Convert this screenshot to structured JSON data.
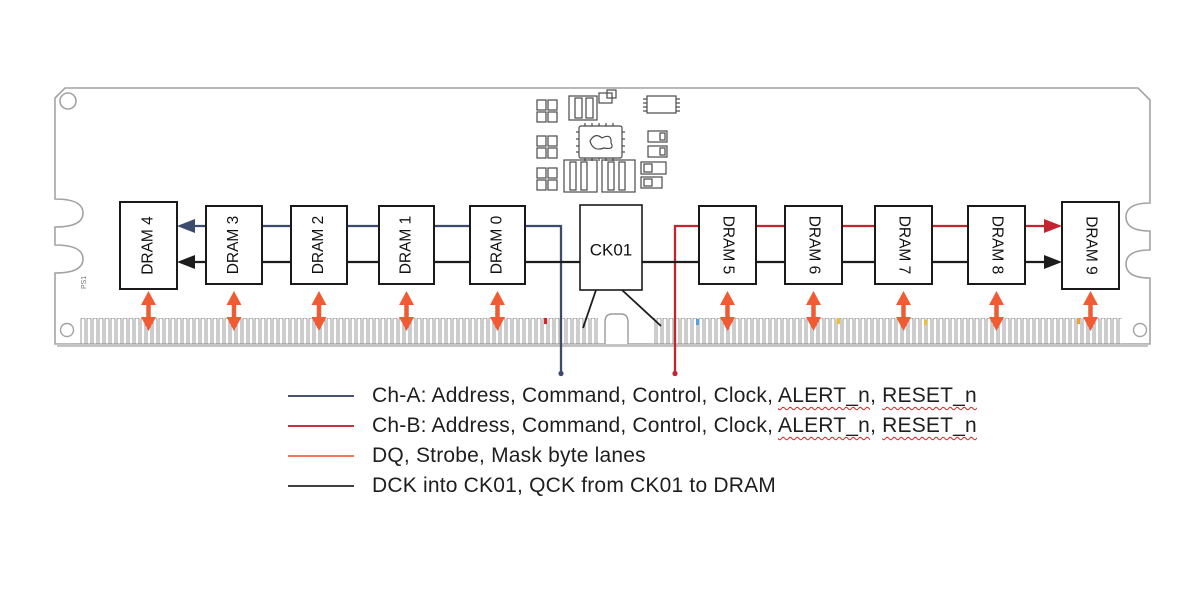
{
  "board": {
    "marking": "PS1",
    "chips": [
      {
        "label": "DRAM 4"
      },
      {
        "label": "DRAM 3"
      },
      {
        "label": "DRAM 2"
      },
      {
        "label": "DRAM 1"
      },
      {
        "label": "DRAM 0"
      },
      {
        "label": "CK01"
      },
      {
        "label": "DRAM 5"
      },
      {
        "label": "DRAM 6"
      },
      {
        "label": "DRAM 7"
      },
      {
        "label": "DRAM 8"
      },
      {
        "label": "DRAM 9"
      }
    ]
  },
  "legend": {
    "items": [
      {
        "name": "ch-a",
        "color": "#4a5374",
        "segments": [
          "Ch-A: Address, Command, Control, Clock, ",
          "ALERT_n",
          ", ",
          "RESET_n"
        ]
      },
      {
        "name": "ch-b",
        "color": "#bf3440",
        "segments": [
          "Ch-B: Address, Command, Control, Clock, ",
          "ALERT_n",
          ", ",
          "RESET_n"
        ]
      },
      {
        "name": "dq",
        "color": "#f2765a",
        "text": "DQ, Strobe, Mask byte lanes"
      },
      {
        "name": "dck",
        "color": "#404040",
        "text": "DCK into CK01, QCK from CK01 to DRAM"
      }
    ]
  },
  "colors": {
    "ch_a_line": "#3c4a6e",
    "ch_b_line": "#c42430",
    "dq_arrow": "#f15b33",
    "dck_line": "#1c1c1c",
    "pcb_outline": "#a3a3a3",
    "spellcheck_squiggle": "#e11b1b"
  }
}
